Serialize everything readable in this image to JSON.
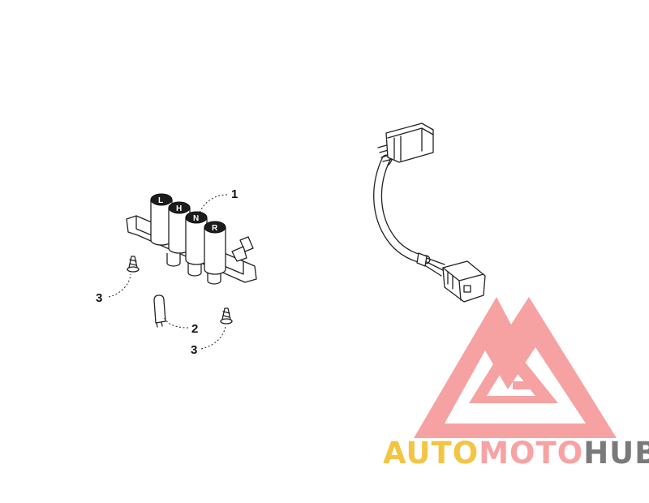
{
  "diagram": {
    "callouts": [
      {
        "id": "c1",
        "label": "1"
      },
      {
        "id": "c2",
        "label": "2"
      },
      {
        "id": "c3a",
        "label": "3"
      },
      {
        "id": "c3b",
        "label": "3"
      }
    ],
    "switch_caps": [
      "L",
      "H",
      "N",
      "R"
    ]
  },
  "watermark": {
    "part1": "AUTO",
    "part2": "MOTO",
    "part3": "HUB",
    "colors": {
      "auto": "#f4c542",
      "moto": "#f7a3a3",
      "hub": "#7a7a7a",
      "logo": "#f58b8b"
    }
  }
}
